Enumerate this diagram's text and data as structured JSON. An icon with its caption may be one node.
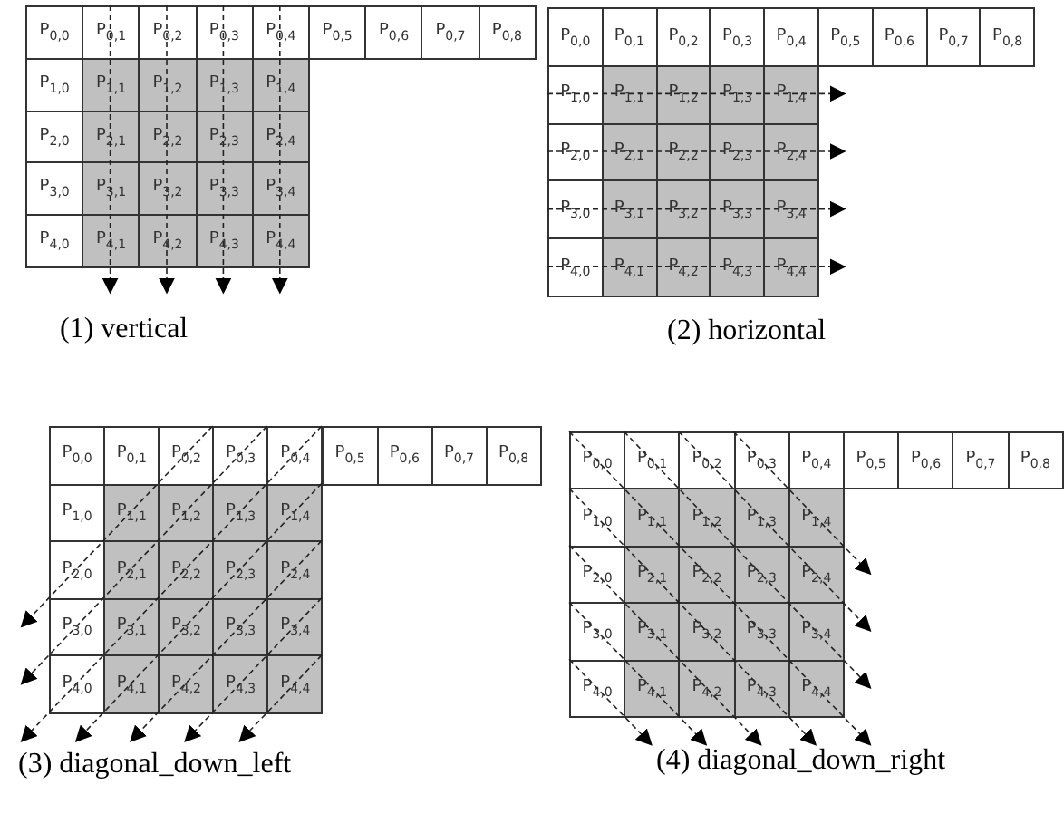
{
  "diagram": {
    "labels": [
      "P$_{0,0}$",
      "P$_{0,1}$",
      "P$_{0,2}$",
      "P$_{0,3}$",
      "P$_{0,4}$",
      "P$_{0,5}$",
      "P$_{0,6}$",
      "P$_{0,7}$",
      "P$_{0,8}$",
      "P$_{1,0}$",
      "P$_{1,1}$",
      "P$_{1,2}$",
      "P$_{1,3}$",
      "P$_{1,4}$",
      "P$_{2,0}$",
      "P$_{2,1}$",
      "P$_{2,2}$",
      "P$_{2,3}$",
      "P$_{2,4}$",
      "P$_{3,0}$",
      "P$_{3,1}$",
      "P$_{3,2}$",
      "P$_{3,3}$",
      "P$_{3,4}$",
      "P$_{4,0}$",
      "P$_{4,1}$",
      "P$_{4,2}$",
      "P$_{4,3}$",
      "P$_{4,4}$",
      "(1) vertical",
      "P$_{0,0}$",
      "P$_{0,1}$",
      "P$_{0,2}$",
      "P$_{0,3}$",
      "P$_{0,4}$",
      "P$_{0,5}$",
      "P$_{0,6}$",
      "P$_{0,7}$",
      "P$_{0,8}$",
      "P$_{1,0}$",
      "P$_{1,1}$",
      "P$_{1,2}$",
      "P$_{1,3}$",
      "P$_{1,4}$",
      "P$_{2,0}$",
      "P$_{2,1}$",
      "P$_{2,2}$",
      "P$_{2,3}$",
      "P$_{2,4}$",
      "P$_{3,0}$",
      "P$_{3,1}$",
      "P$_{3,2}$",
      "P$_{3,3}$",
      "P$_{3,4}$",
      "P$_{4,0}$",
      "P$_{4,1}$",
      "P$_{4,2}$",
      "P$_{4,3}$",
      "P$_{4,4}$",
      "(2) horizontal",
      "P$_{0,0}$",
      "P$_{0,1}$",
      "P$_{0,2}$",
      "P$_{0,3}$",
      "P$_{0,4}$",
      "P$_{0,5}$",
      "P$_{0,6}$",
      "P$_{0,7}$",
      "P$_{0,8}$",
      "P$_{1,0}$",
      "P$_{1,1}$",
      "P$_{1,2}$",
      "P$_{1,3}$",
      "P$_{1,4}$",
      "P$_{2,0}$",
      "P$_{2,1}$",
      "P$_{2,2}$",
      "P$_{2,3}$",
      "P$_{2,4}$",
      "P$_{3,0}$",
      "P$_{3,1}$",
      "P$_{3,2}$",
      "P$_{3,3}$",
      "P$_{3,4}$",
      "P$_{4,0}$",
      "P$_{4,1}$",
      "P$_{4,2}$",
      "P$_{4,3}$",
      "P$_{4,4}$",
      "(3) diagonal_down_left",
      "P$_{0,0}$",
      "P$_{0,1}$",
      "P$_{0,2}$",
      "P$_{0,3}$",
      "P$_{0,4}$",
      "P$_{0,5}$",
      "P$_{0,6}$",
      "P$_{0,7}$",
      "P$_{0,8}$",
      "P$_{1,0}$",
      "P$_{1,1}$",
      "P$_{1,2}$",
      "P$_{1,3}$",
      "P$_{1,4}$",
      "P$_{2,0}$",
      "P$_{2,1}$",
      "P$_{2,2}$",
      "P$_{2,3}$",
      "P$_{2,4}$",
      "P$_{3,0}$",
      "P$_{3,1}$",
      "P$_{3,2}$",
      "P$_{3,3}$",
      "P$_{3,4}$",
      "P$_{4,0}$",
      "P$_{4,1}$",
      "P$_{4,2}$",
      "P$_{4,3}$",
      "P$_{4,4}$",
      "(4) diagonal_down_right"
    ]
  }
}
